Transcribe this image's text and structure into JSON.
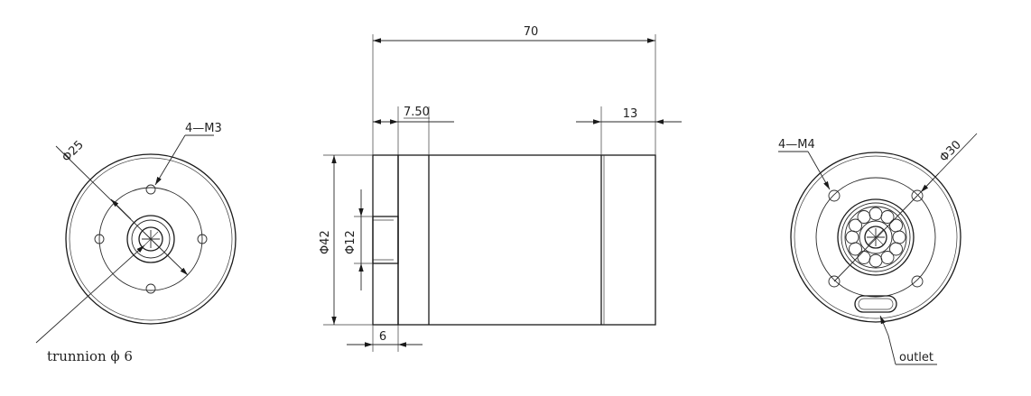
{
  "side_view": {
    "overall_length": "70",
    "flange_length": "7.50",
    "end_length": "13",
    "body_diameter": "Φ42",
    "shaft_diameter": "Φ12",
    "shaft_length": "6"
  },
  "front_view": {
    "bolt_circle": "Φ25",
    "thread": "4—M3",
    "trunnion_label": "trunnion ϕ 6"
  },
  "rear_view": {
    "bolt_circle": "Φ30",
    "thread": "4—M4",
    "outlet_label": "outlet"
  }
}
